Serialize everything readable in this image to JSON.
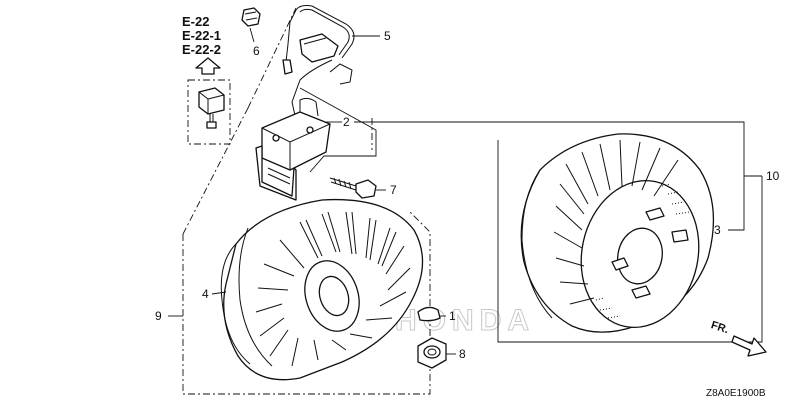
{
  "references": [
    "E-22",
    "E-22-1",
    "E-22-2"
  ],
  "callouts": {
    "p1": "1",
    "p2": "2",
    "p3": "3",
    "p4": "4",
    "p5": "5",
    "p6": "6",
    "p7": "7",
    "p8": "8",
    "p9": "9",
    "p10": "10"
  },
  "front_label": "FR.",
  "drawing_code": "Z8A0E1900B",
  "watermark": "HONDA"
}
